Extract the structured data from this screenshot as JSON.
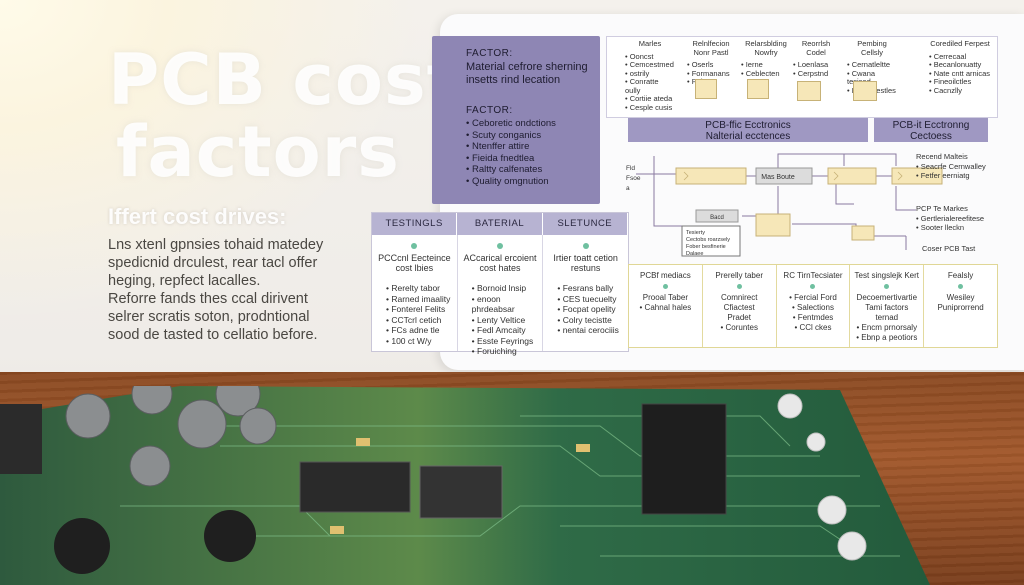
{
  "hero": {
    "title_line1": "PCB cost",
    "title_line2": "factors",
    "subhead": "Iffert cost drives:",
    "para1": "Lns xtenl gpnsies tohaid matedey spedicnid drculest, rear tacl offer heging, repfect lacalles.",
    "para2": "Reforre fands thes ccal dirivent selrer scratis soton, prodntional sood de tasted to cellatio before."
  },
  "purple_panel": {
    "factor1": "FACTOR:",
    "title": "Material cefrore sherning insetts rind lecation",
    "factor2": "FACTOR:",
    "items": [
      "Ceboretic ondctions",
      "Scuty conganics",
      "Ntenffer attire",
      "Fieida fnedtlea",
      "Raltty calfenates",
      "Quality omgnution"
    ]
  },
  "table": {
    "headers": [
      "TESTINGLS",
      "BATERIAL",
      "SLETUNCE"
    ],
    "columns": [
      {
        "title": "PCCcnl Eecteince cost lbies",
        "items": [
          "Rerelty tabor",
          "Rarned imaality",
          "Fonterel Felits",
          "CCTcrl cetich",
          "FCs adne tle",
          "100 ct W/y"
        ]
      },
      {
        "title": "ACcarical ercoient cost hates",
        "items": [
          "Bornoid lnsip",
          "enoon phrdeabsar",
          "Lenty Veltice",
          "Fedl Amcaity",
          "Esste Feyrings",
          "Foruiching"
        ]
      },
      {
        "title": "Irtier toatt cetion restuns",
        "items": [
          "Fesrans bally",
          "CES tuecuelty",
          "Focpat opelity",
          "Colry tecistte",
          "nentai cerociiis"
        ]
      }
    ]
  },
  "flow_top": {
    "columns": [
      {
        "title": "Marles",
        "items": [
          "Ooncst",
          "Cemcestmed",
          "ostrily",
          "Conratte oully",
          "Cortiie ateda",
          "Cesple cusis"
        ]
      },
      {
        "title": "Relnlfecion Nonr Pastl",
        "items": [
          "Oserls",
          "Formanans",
          "Pabe"
        ]
      },
      {
        "title": "Relarsblding Nowfry",
        "items": [
          "Ierne",
          "Ceblecten"
        ]
      },
      {
        "title": "Reorrlsh Codel",
        "items": [
          "Loenlasa",
          "Cerpstnd"
        ]
      },
      {
        "title": "Pembing Cellsly",
        "items": [
          "Cernatleltte",
          "Cwana tesised",
          "Flfy resestles"
        ]
      },
      {
        "title": "Corediled Ferpest",
        "items": [
          "Cerrecaal",
          "Becanlonuatty",
          "Nate cntt arnicas",
          "Fineoilctles",
          "Cacnzlly"
        ]
      }
    ]
  },
  "bands": {
    "left_line1": "PCB-ffic Ecctronics",
    "left_line2": "Nalterial ecctences",
    "right_line1": "PCB-it Ecctronng",
    "right_line2": "Cectoess"
  },
  "flow": {
    "left_labels": [
      "Fld",
      "Fsoe",
      "a"
    ],
    "center_box": "Mas Boute",
    "gray_box": "Bacd",
    "note": [
      "Tesierty",
      "Cectobs roarzsely",
      "Fober besfinerie",
      "Dalaee"
    ],
    "side_right": [
      {
        "title": "Recend Malteis",
        "items": [
          "Seacrfe Cernwalley",
          "Fetfer eerniatg"
        ]
      },
      {
        "title": "PCP Te Markes",
        "items": [
          "Gertlerialereefitese",
          "Sooter lleckn"
        ]
      }
    ],
    "cost_label": "Coser PCB Tast"
  },
  "bottom_row": [
    {
      "title": "PCBf mediacs",
      "lines": [
        "Prooal Taber",
        "• Cahnal hales"
      ]
    },
    {
      "title": "Prerelly taber",
      "lines": [
        "Comnirect",
        "Cfiactest",
        "Pradet",
        "• Coruntes"
      ]
    },
    {
      "title": "RC TirnTecsiater",
      "lines": [
        "• Fercial Ford",
        "• Salections",
        "• Fentmdes",
        "• CCl ckes"
      ]
    },
    {
      "title": "Test singslejk Kert",
      "lines": [
        "Decoemertivartie",
        "Tami factors",
        "ternad",
        "• Encm prnorsaly",
        "• Ebnp a peotiors"
      ]
    }
  ],
  "bottom_last": {
    "title": "Fealsly",
    "lines": [
      "Wesiley",
      "Puniprorrend"
    ]
  },
  "colors": {
    "purple": "#8e86b4",
    "band": "#9f98c2",
    "pcb_green": "#2c6a45",
    "wood": "#8b4a22"
  }
}
